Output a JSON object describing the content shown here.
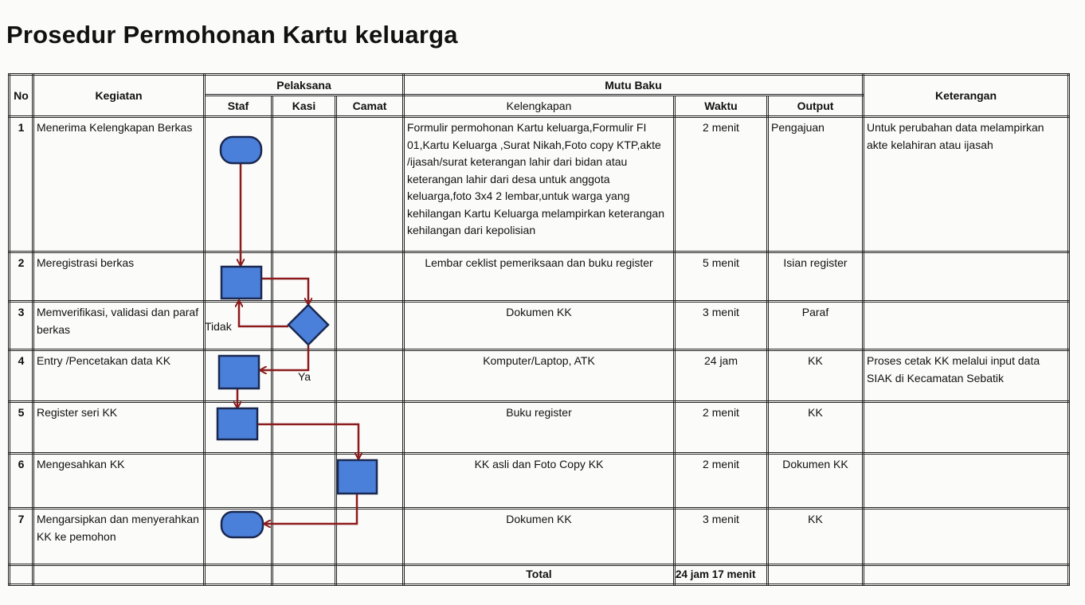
{
  "title": "Prosedur Permohonan Kartu keluarga",
  "headers": {
    "no": "No",
    "kegiatan": "Kegiatan",
    "pelaksana": "Pelaksana",
    "staf": "Staf",
    "kasi": "Kasi",
    "camat": "Camat",
    "mutu_baku": "Mutu Baku",
    "kelengkapan": "Kelengkapan",
    "waktu": "Waktu",
    "output": "Output",
    "keterangan": "Keterangan"
  },
  "rows": [
    {
      "no": "1",
      "kegiatan": "Menerima Kelengkapan Berkas",
      "kelengkapan": "Formulir permohonan  Kartu keluarga,Formulir FI 01,Kartu Keluarga ,Surat Nikah,Foto copy KTP,akte /ijasah/surat keterangan lahir dari bidan atau keterangan lahir dari desa untuk anggota keluarga,foto 3x4 2 lembar,untuk warga yang kehilangan Kartu Keluarga melampirkan keterangan kehilangan dari kepolisian",
      "waktu": "2 menit",
      "output": "Pengajuan",
      "keterangan": "Untuk perubahan data melampirkan akte kelahiran atau ijasah"
    },
    {
      "no": "2",
      "kegiatan": "Meregistrasi berkas",
      "kelengkapan": "Lembar ceklist pemeriksaan dan buku register",
      "waktu": "5 menit",
      "output": "Isian register",
      "keterangan": ""
    },
    {
      "no": "3",
      "kegiatan": "Memverifikasi, validasi dan paraf berkas",
      "kelengkapan": "Dokumen KK",
      "waktu": "3 menit",
      "output": "Paraf",
      "keterangan": ""
    },
    {
      "no": "4",
      "kegiatan": "Entry /Pencetakan data KK",
      "kelengkapan": "Komputer/Laptop, ATK",
      "waktu": "24 jam",
      "output": "KK",
      "keterangan": "Proses cetak KK melalui input data SIAK di Kecamatan Sebatik"
    },
    {
      "no": "5",
      "kegiatan": "Register  seri KK",
      "kelengkapan": "Buku register",
      "waktu": "2 menit",
      "output": "KK",
      "keterangan": ""
    },
    {
      "no": "6",
      "kegiatan": "Mengesahkan KK",
      "kelengkapan": "KK asli dan Foto Copy KK",
      "waktu": "2 menit",
      "output": "Dokumen KK",
      "keterangan": ""
    },
    {
      "no": "7",
      "kegiatan": "Mengarsipkan dan menyerahkan KK ke pemohon",
      "kelengkapan": "Dokumen KK",
      "waktu": "3 menit",
      "output": "KK",
      "keterangan": ""
    }
  ],
  "total": {
    "label": "Total",
    "waktu": "24 jam 17 menit"
  },
  "flow_labels": {
    "no": "Tidak",
    "yes": "Ya"
  },
  "colors": {
    "shape_fill": "#4a80da",
    "shape_stroke": "#1b2850",
    "arrow": "#8c1b1b"
  }
}
